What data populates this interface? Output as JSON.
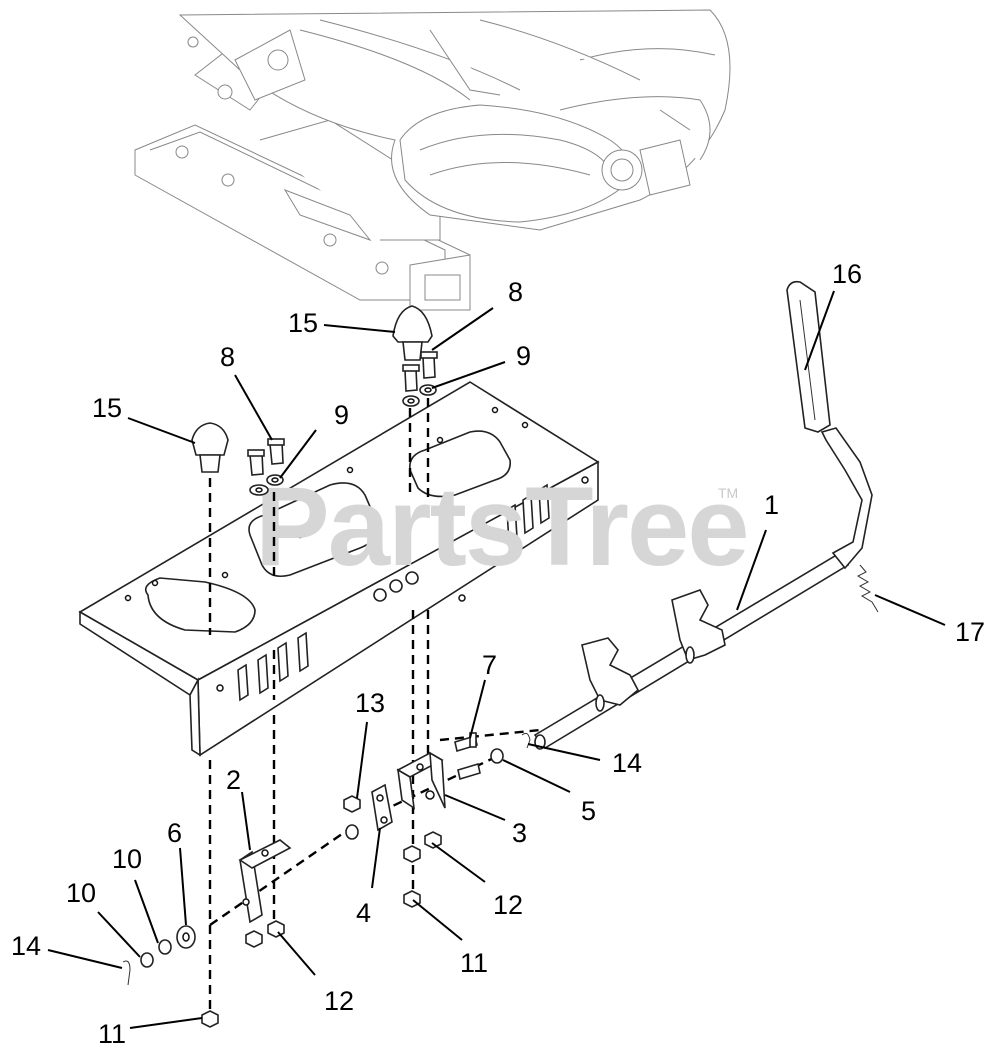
{
  "watermark": {
    "text": "PartsTree",
    "trademark": "TM"
  },
  "callouts": [
    {
      "id": "c1",
      "label": "1"
    },
    {
      "id": "c2",
      "label": "2"
    },
    {
      "id": "c3",
      "label": "3"
    },
    {
      "id": "c4",
      "label": "4"
    },
    {
      "id": "c5",
      "label": "5"
    },
    {
      "id": "c6",
      "label": "6"
    },
    {
      "id": "c7",
      "label": "7"
    },
    {
      "id": "c8a",
      "label": "8"
    },
    {
      "id": "c8b",
      "label": "8"
    },
    {
      "id": "c9a",
      "label": "9"
    },
    {
      "id": "c9b",
      "label": "9"
    },
    {
      "id": "c10a",
      "label": "10"
    },
    {
      "id": "c10b",
      "label": "10"
    },
    {
      "id": "c11a",
      "label": "11"
    },
    {
      "id": "c11b",
      "label": "11"
    },
    {
      "id": "c12a",
      "label": "12"
    },
    {
      "id": "c12b",
      "label": "12"
    },
    {
      "id": "c13",
      "label": "13"
    },
    {
      "id": "c14a",
      "label": "14"
    },
    {
      "id": "c14b",
      "label": "14"
    },
    {
      "id": "c15a",
      "label": "15"
    },
    {
      "id": "c15b",
      "label": "15"
    },
    {
      "id": "c16",
      "label": "16"
    },
    {
      "id": "c17",
      "label": "17"
    }
  ]
}
